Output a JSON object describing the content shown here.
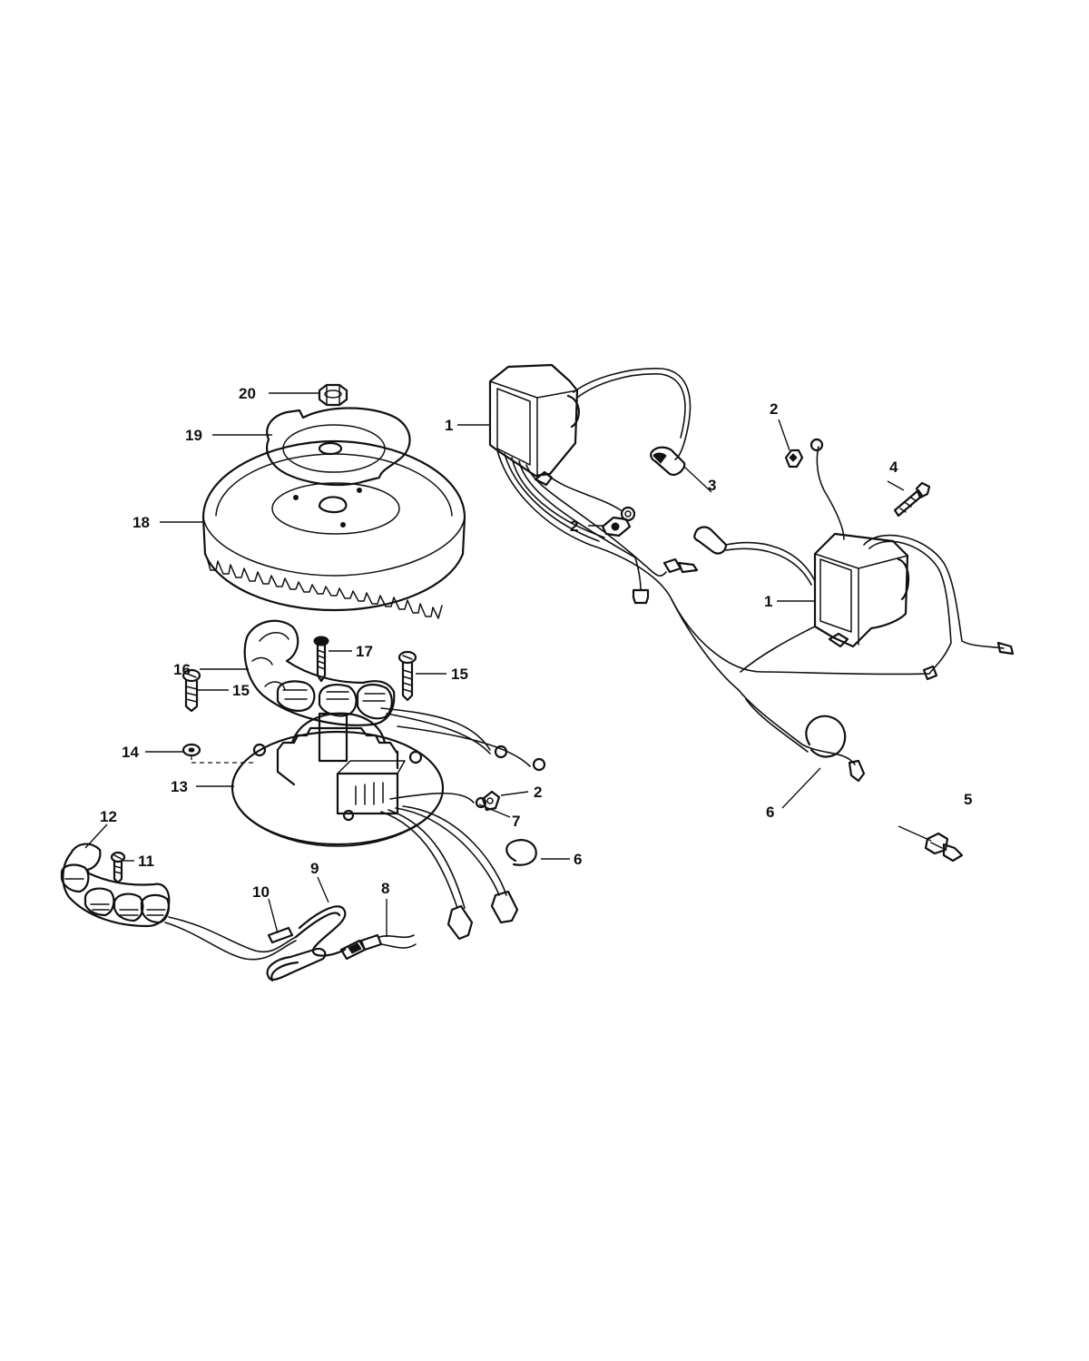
{
  "diagram": {
    "callouts": [
      {
        "id": "c20",
        "label": "20"
      },
      {
        "id": "c19",
        "label": "19"
      },
      {
        "id": "c18",
        "label": "18"
      },
      {
        "id": "c17",
        "label": "17"
      },
      {
        "id": "c16",
        "label": "16"
      },
      {
        "id": "c15a",
        "label": "15"
      },
      {
        "id": "c15b",
        "label": "15"
      },
      {
        "id": "c14",
        "label": "14"
      },
      {
        "id": "c13",
        "label": "13"
      },
      {
        "id": "c12",
        "label": "12"
      },
      {
        "id": "c11",
        "label": "11"
      },
      {
        "id": "c10",
        "label": "10"
      },
      {
        "id": "c9",
        "label": "9"
      },
      {
        "id": "c8",
        "label": "8"
      },
      {
        "id": "c7",
        "label": "7"
      },
      {
        "id": "c6a",
        "label": "6"
      },
      {
        "id": "c6b",
        "label": "6"
      },
      {
        "id": "c5",
        "label": "5"
      },
      {
        "id": "c4",
        "label": "4"
      },
      {
        "id": "c3",
        "label": "3"
      },
      {
        "id": "c2a",
        "label": "2"
      },
      {
        "id": "c2b",
        "label": "2"
      },
      {
        "id": "c2c",
        "label": "2"
      },
      {
        "id": "c1a",
        "label": "1"
      },
      {
        "id": "c1b",
        "label": "1"
      }
    ]
  }
}
